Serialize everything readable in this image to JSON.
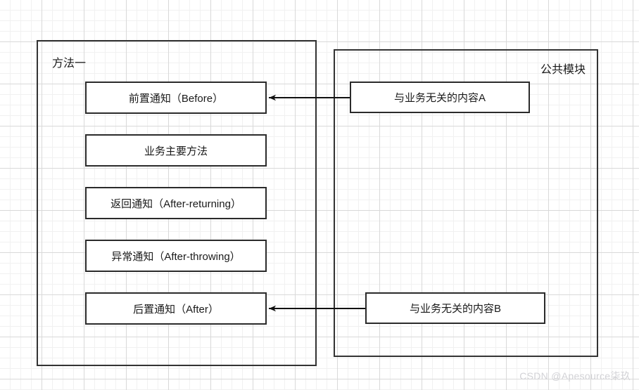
{
  "diagram": {
    "title_left": "方法一",
    "title_right": "公共模块",
    "left_panel": {
      "name": "方法一",
      "boxes": [
        {
          "id": "before",
          "label": "前置通知（Before）"
        },
        {
          "id": "main",
          "label": "业务主要方法"
        },
        {
          "id": "afterReturn",
          "label": "返回通知（After-returning）"
        },
        {
          "id": "afterThrow",
          "label": "异常通知（After-throwing）"
        },
        {
          "id": "after",
          "label": "后置通知（After）"
        }
      ]
    },
    "right_panel": {
      "name": "公共模块",
      "boxes": [
        {
          "id": "contentA",
          "label": "与业务无关的内容A"
        },
        {
          "id": "contentB",
          "label": "与业务无关的内容B"
        }
      ]
    },
    "arrows": [
      {
        "id": "arrow-a-to-before",
        "from": "contentA",
        "to": "before",
        "direction": "left"
      },
      {
        "id": "arrow-b-to-after",
        "from": "contentB",
        "to": "after",
        "direction": "left"
      }
    ],
    "colors": {
      "border": "#2b2b2b",
      "panel_border": "#333333",
      "text": "#1a1a1a",
      "grid_minor": "#f1f1f1",
      "grid_major": "#d9d9d9",
      "watermark": "#d2d2d6",
      "background": "#ffffff"
    }
  },
  "watermark": {
    "text": "CSDN @Apesource柒玖"
  }
}
